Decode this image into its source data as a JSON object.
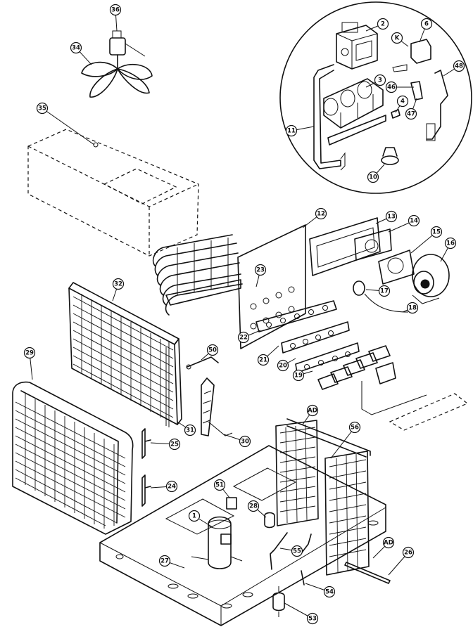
{
  "callouts": [
    {
      "id": "c2",
      "label": "2"
    },
    {
      "id": "c6",
      "label": "6"
    },
    {
      "id": "c3",
      "label": "3"
    },
    {
      "id": "c4",
      "label": "4"
    },
    {
      "id": "c46",
      "label": "46"
    },
    {
      "id": "c47",
      "label": "47"
    },
    {
      "id": "c48",
      "label": "48"
    },
    {
      "id": "c11",
      "label": "11"
    },
    {
      "id": "c10",
      "label": "10"
    },
    {
      "id": "cK",
      "label": "K"
    },
    {
      "id": "c36",
      "label": "36"
    },
    {
      "id": "c34",
      "label": "34"
    },
    {
      "id": "c35",
      "label": "35"
    },
    {
      "id": "c12",
      "label": "12"
    },
    {
      "id": "c13",
      "label": "13"
    },
    {
      "id": "c14",
      "label": "14"
    },
    {
      "id": "c15",
      "label": "15"
    },
    {
      "id": "c16",
      "label": "16"
    },
    {
      "id": "c17",
      "label": "17"
    },
    {
      "id": "c18",
      "label": "18"
    },
    {
      "id": "c23",
      "label": "23"
    },
    {
      "id": "c22",
      "label": "22"
    },
    {
      "id": "c21",
      "label": "21"
    },
    {
      "id": "c20",
      "label": "20"
    },
    {
      "id": "c19",
      "label": "19"
    },
    {
      "id": "c32",
      "label": "32"
    },
    {
      "id": "c29",
      "label": "29"
    },
    {
      "id": "c50",
      "label": "50"
    },
    {
      "id": "c31",
      "label": "31"
    },
    {
      "id": "c30",
      "label": "30"
    },
    {
      "id": "c25",
      "label": "25"
    },
    {
      "id": "c24",
      "label": "24"
    },
    {
      "id": "cAD1",
      "label": "AD"
    },
    {
      "id": "c56",
      "label": "56"
    },
    {
      "id": "c51",
      "label": "51"
    },
    {
      "id": "c28",
      "label": "28"
    },
    {
      "id": "c1",
      "label": "1"
    },
    {
      "id": "c55",
      "label": "55"
    },
    {
      "id": "c27",
      "label": "27"
    },
    {
      "id": "cAD2",
      "label": "AD"
    },
    {
      "id": "c26",
      "label": "26"
    },
    {
      "id": "c54",
      "label": "54"
    },
    {
      "id": "c53",
      "label": "53"
    }
  ]
}
